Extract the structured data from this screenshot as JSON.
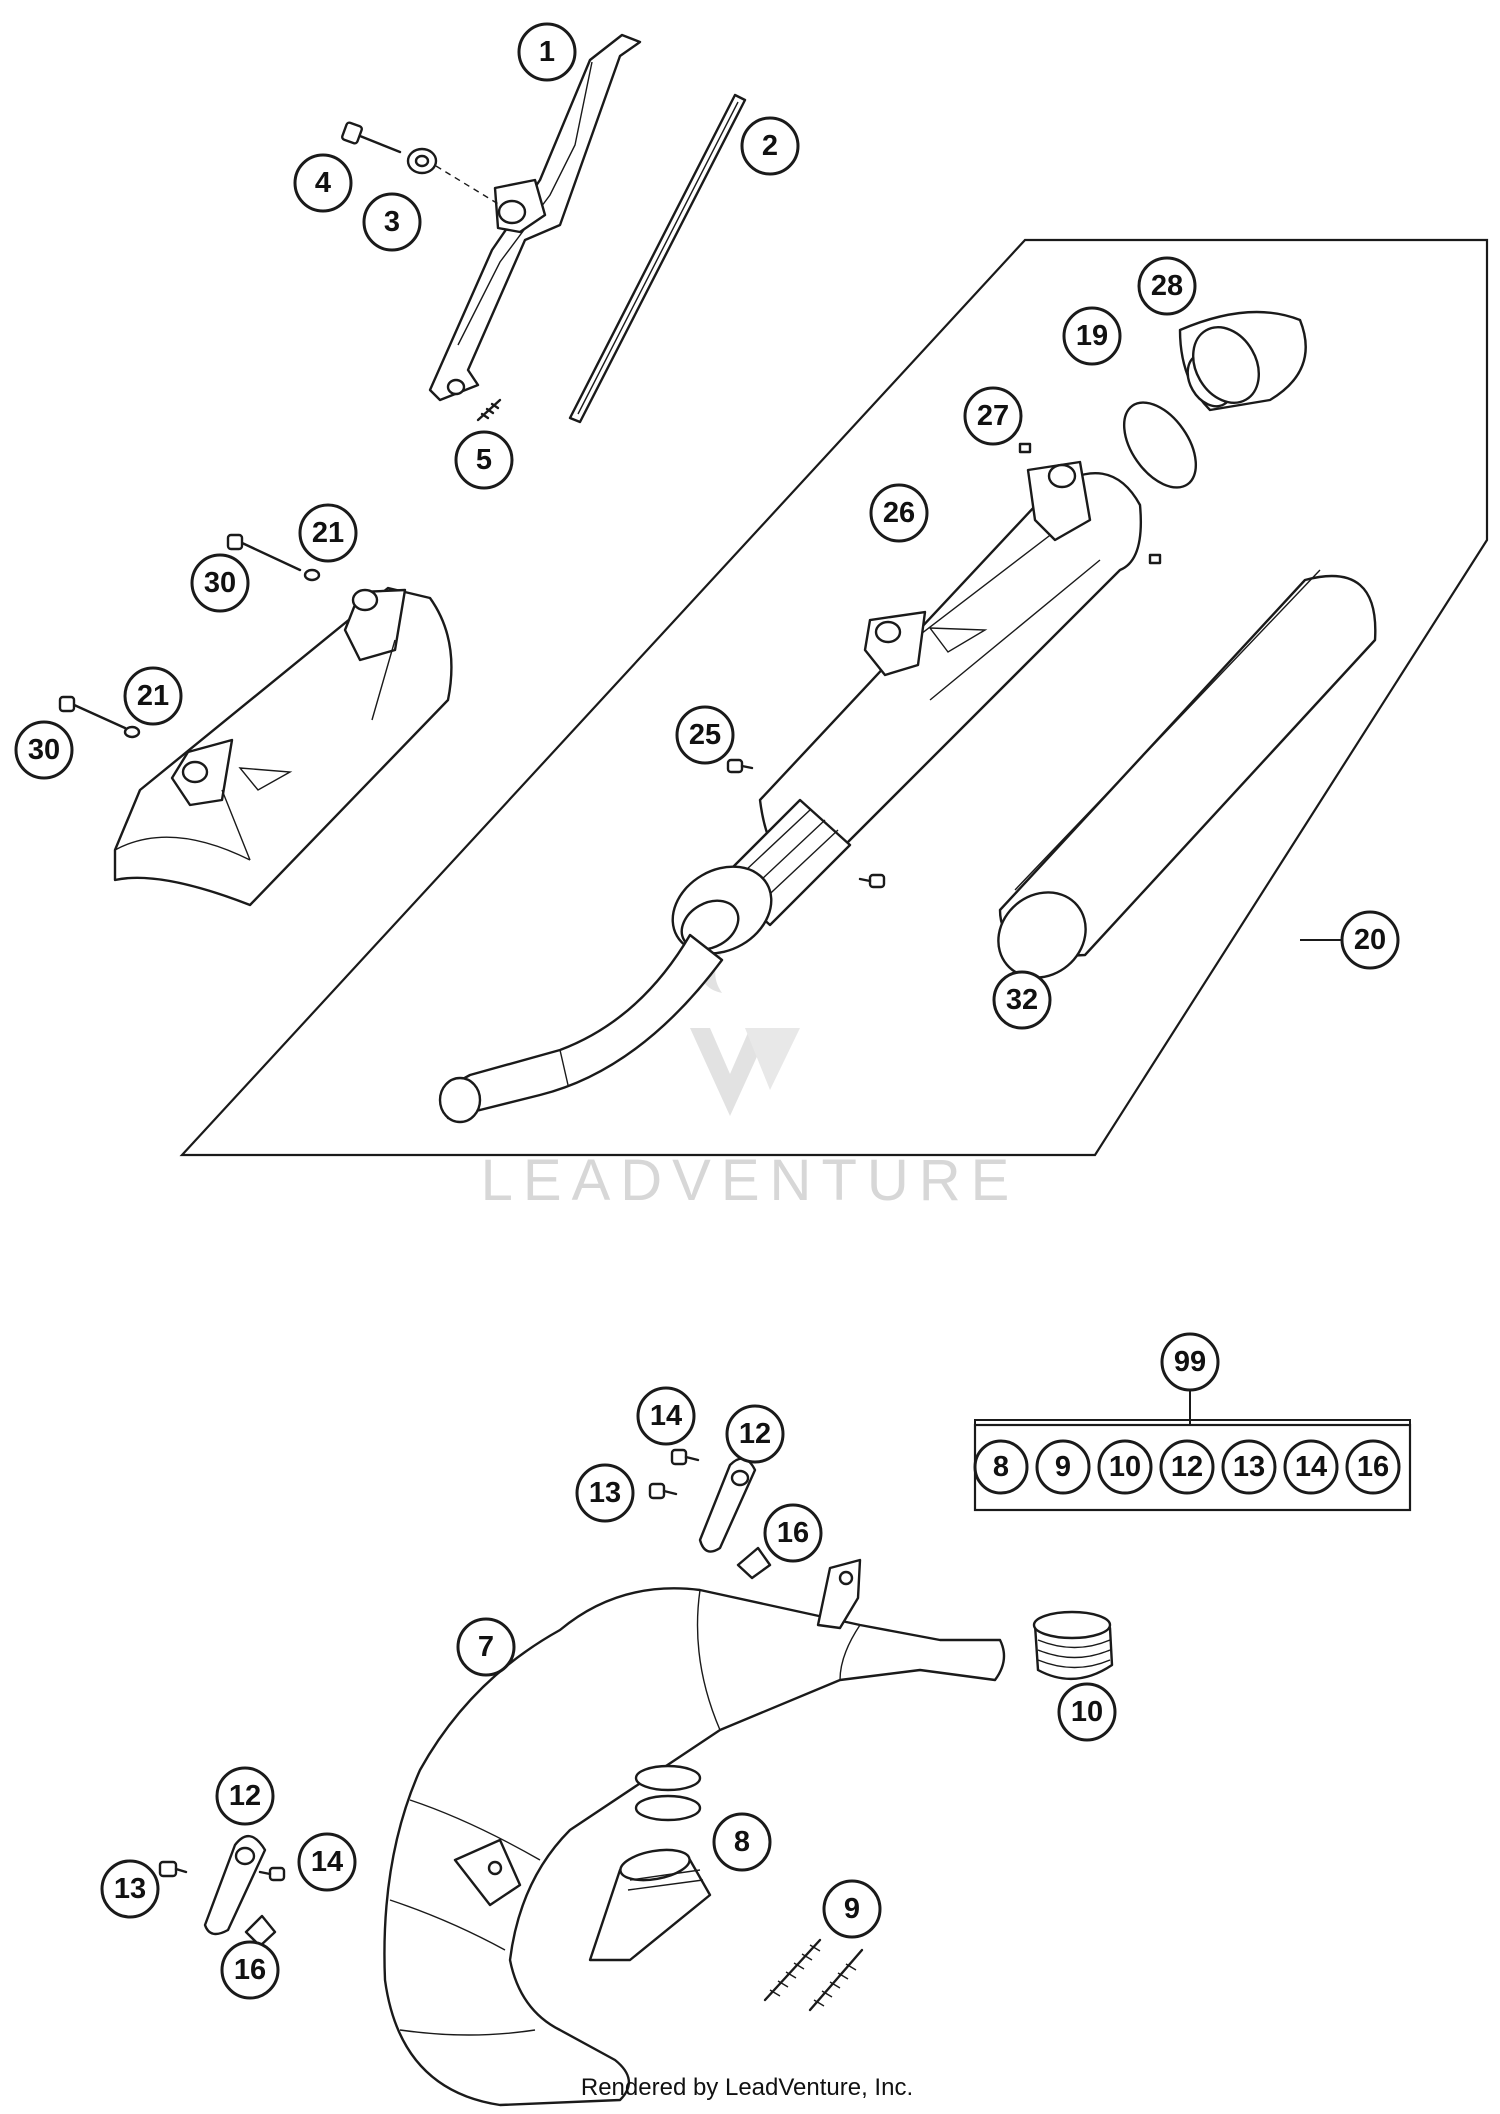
{
  "callouts": {
    "c1": "1",
    "c2": "2",
    "c3": "3",
    "c4": "4",
    "c5": "5",
    "c21a": "21",
    "c21b": "21",
    "c30a": "30",
    "c30b": "30",
    "c28": "28",
    "c19": "19",
    "c27": "27",
    "c26": "26",
    "c25": "25",
    "c20": "20",
    "c32": "32",
    "c99": "99",
    "k8": "8",
    "k9": "9",
    "k10": "10",
    "k12": "12",
    "k13": "13",
    "k14": "14",
    "k16": "16",
    "c14a": "14",
    "c12a": "12",
    "c13a": "13",
    "c16a": "16",
    "c7": "7",
    "c10": "10",
    "c8": "8",
    "c9": "9",
    "c12b": "12",
    "c13b": "13",
    "c14b": "14",
    "c16b": "16"
  },
  "watermark": "LEADVENTURE",
  "credit": "Rendered by LeadVenture, Inc."
}
